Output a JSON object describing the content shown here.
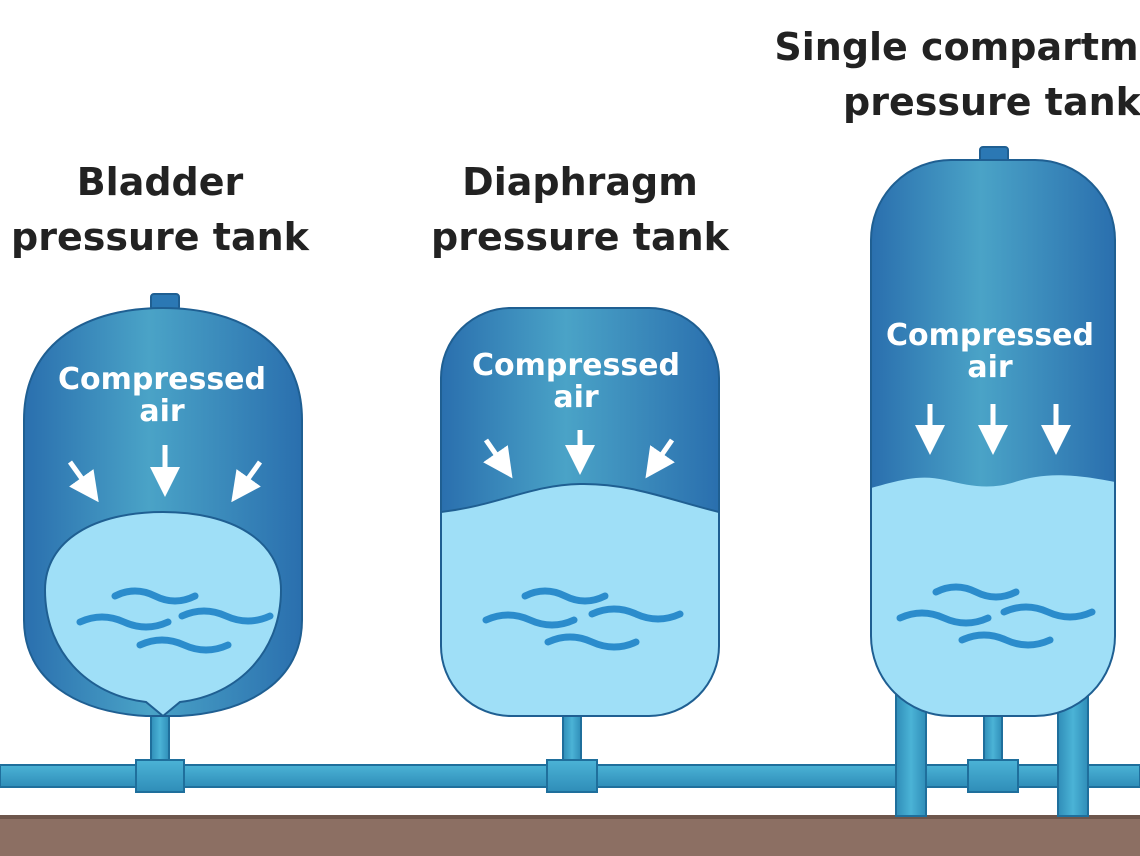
{
  "tanks": [
    {
      "title_line1": "Bladder",
      "title_line2": "pressure tank",
      "label_line1": "Compressed",
      "label_line2": "air"
    },
    {
      "title_line1": "Diaphragm",
      "title_line2": "pressure tank",
      "label_line1": "Compressed",
      "label_line2": "air"
    },
    {
      "title_line1": "Single compartment",
      "title_line2": "pressure tank",
      "label_line1": "Compressed",
      "label_line2": "air"
    }
  ],
  "colors": {
    "tank_dark": "#2b78b4",
    "tank_light": "#4aa6c8",
    "water": "#9fdff7",
    "water_wave": "#2b8ccc",
    "pipe": "#3a9fc6",
    "pipe_outline": "#1f6f9c",
    "ground": "#8c6f63"
  }
}
